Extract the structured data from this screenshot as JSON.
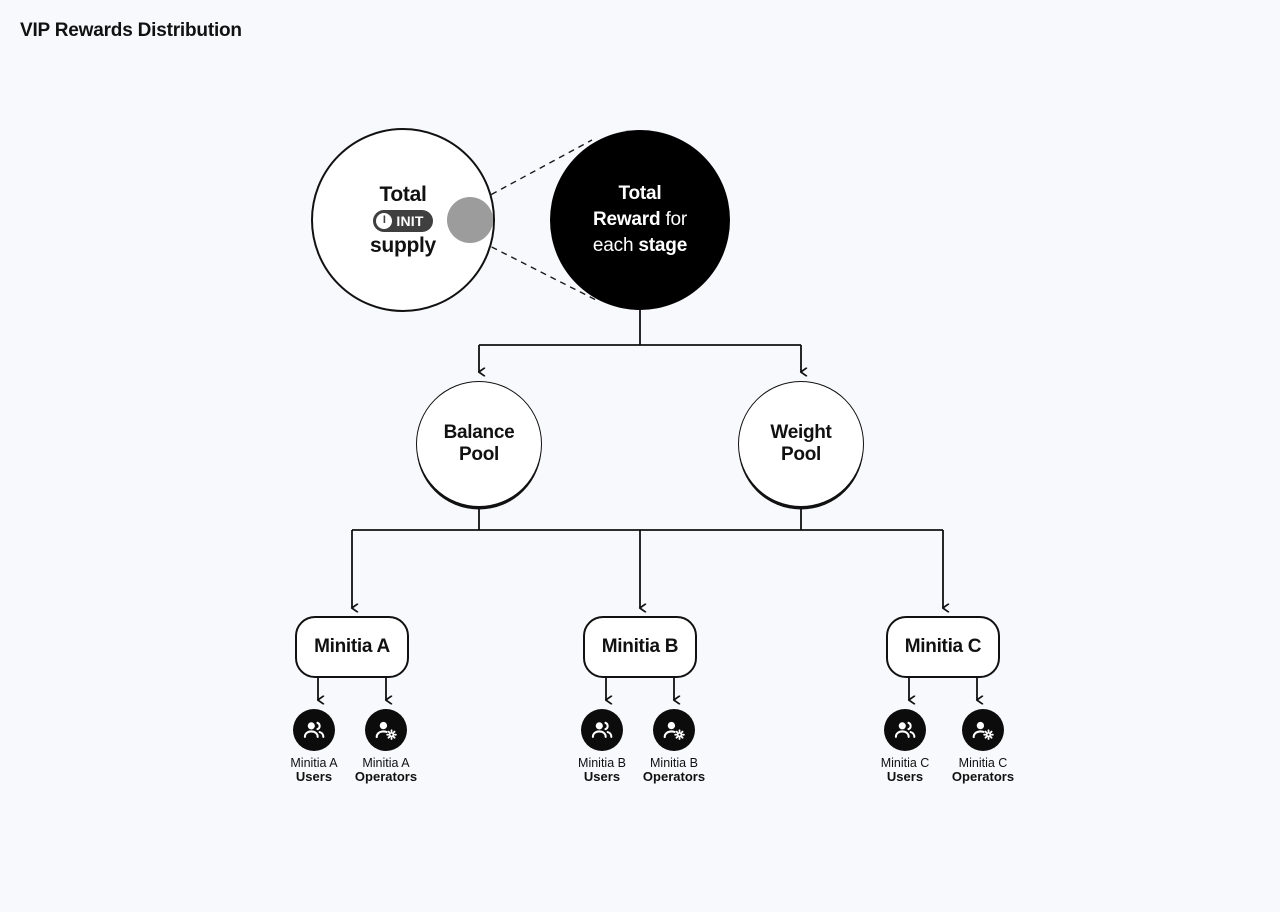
{
  "page": {
    "title": "VIP Rewards Distribution",
    "background_color": "#f8f9fc",
    "accent_black": "#000000",
    "badge_color": "#3f3f3f",
    "gray_dot_color": "#9c9c9c"
  },
  "supply_node": {
    "line1": "Total",
    "line3": "supply",
    "badge": {
      "coin_glyph": "I",
      "label": "INIT"
    }
  },
  "reward_node": {
    "line1_bold": "Total",
    "line2_bold": "Reward",
    "line2_light": "for",
    "line3_light": "each",
    "line3_bold": "stage"
  },
  "pools": [
    {
      "name": "balance-pool",
      "line1": "Balance",
      "line2": "Pool"
    },
    {
      "name": "weight-pool",
      "line1": "Weight",
      "line2": "Pool"
    }
  ],
  "minitias": [
    {
      "name": "minitia-a",
      "label": "Minitia A",
      "users": {
        "caption_top": "Minitia A",
        "caption_bottom": "Users",
        "icon": "users-icon"
      },
      "operators": {
        "caption_top": "Minitia A",
        "caption_bottom": "Operators",
        "icon": "operator-gear-icon"
      }
    },
    {
      "name": "minitia-b",
      "label": "Minitia B",
      "users": {
        "caption_top": "Minitia B",
        "caption_bottom": "Users",
        "icon": "users-icon"
      },
      "operators": {
        "caption_top": "Minitia B",
        "caption_bottom": "Operators",
        "icon": "operator-gear-icon"
      }
    },
    {
      "name": "minitia-c",
      "label": "Minitia C",
      "users": {
        "caption_top": "Minitia C",
        "caption_bottom": "Users",
        "icon": "users-icon"
      },
      "operators": {
        "caption_top": "Minitia C",
        "caption_bottom": "Operators",
        "icon": "operator-gear-icon"
      }
    }
  ]
}
